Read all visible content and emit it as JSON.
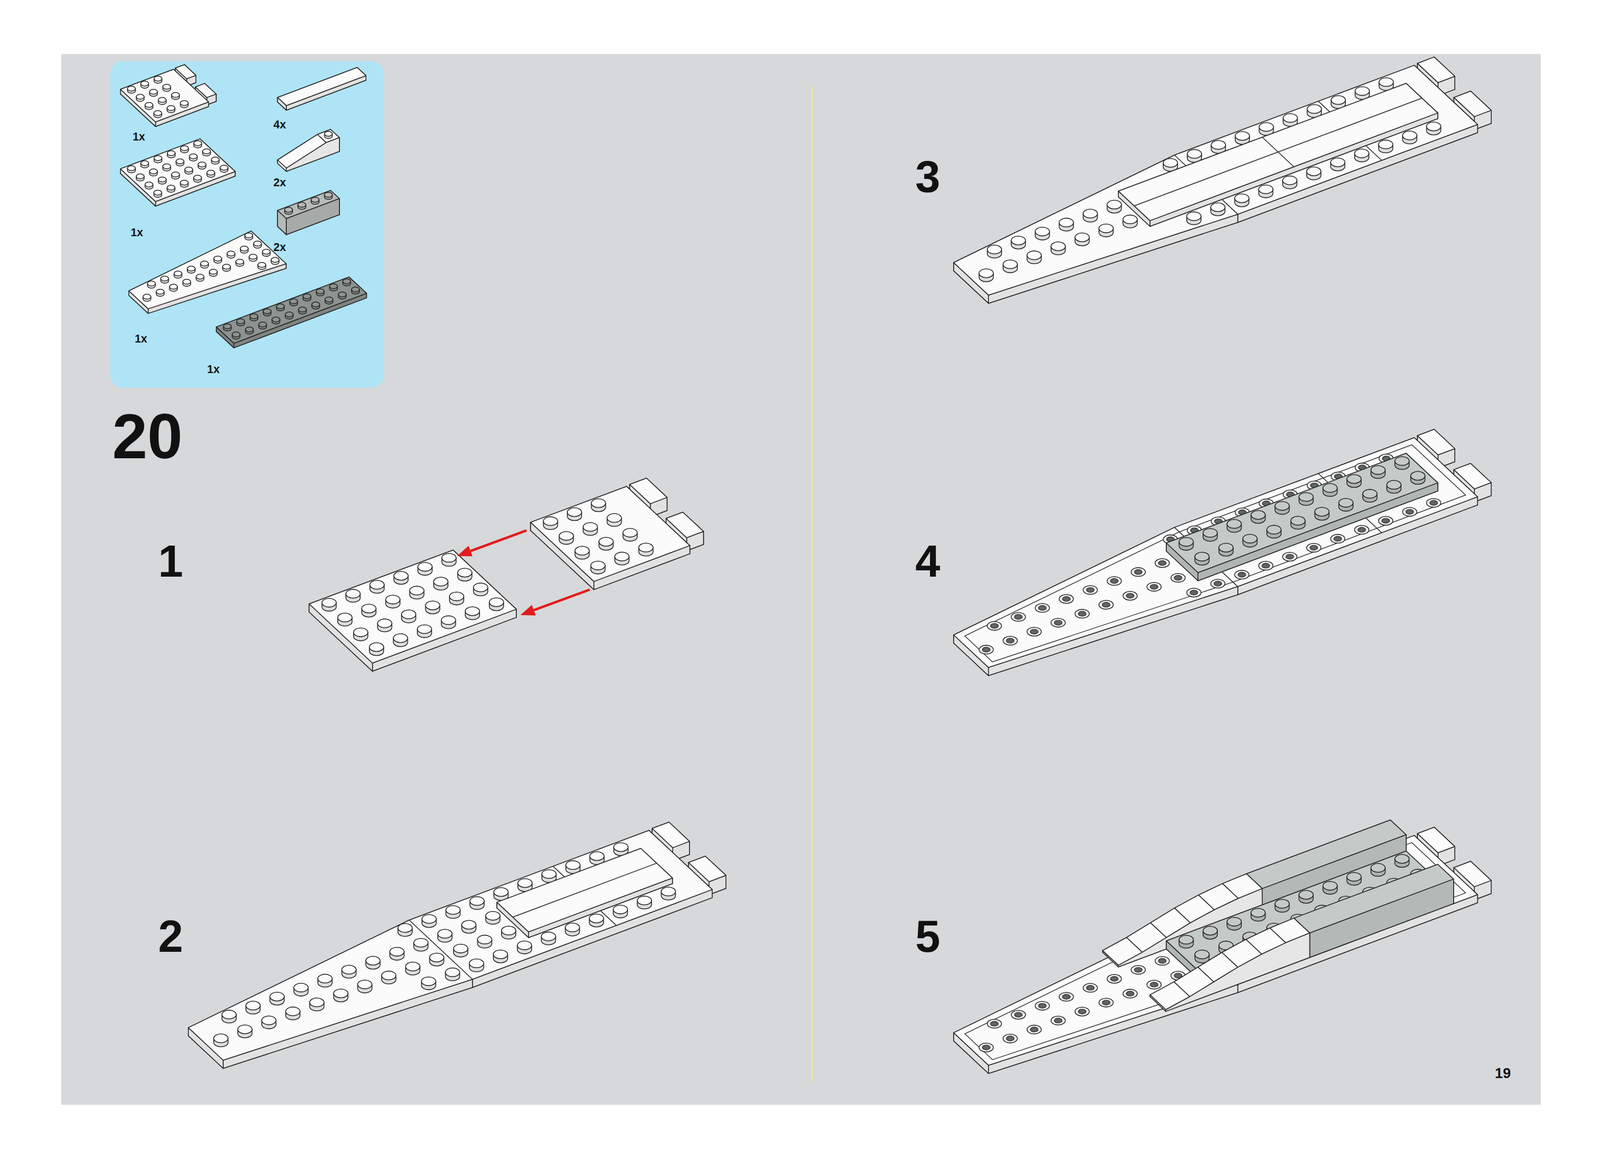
{
  "diagram": {
    "nodes": [
      {
        "text": [
          "1x",
          "4x",
          "2x",
          "1x",
          "2x",
          "1x",
          "1x"
        ]
      }
    ],
    "labels": [
      "20",
      "1",
      "2",
      "3",
      "4",
      "5",
      "19"
    ]
  }
}
